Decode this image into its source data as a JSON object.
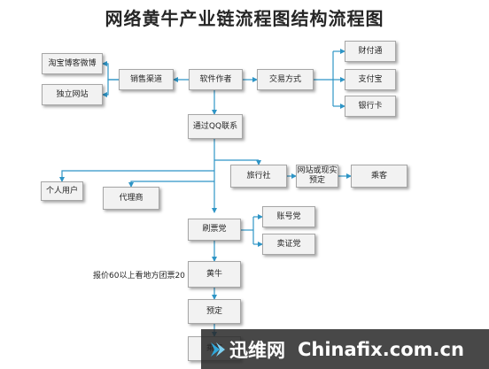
{
  "title": "网络黄牛产业链流程图结构流程图",
  "nodes": {
    "software_author": "软件作者",
    "sales_channel": "销售渠道",
    "taobao_weibo": "淘宝博客微博",
    "independent_site": "独立网站",
    "trade_method": "交易方式",
    "tenpay": "财付通",
    "alipay": "支付宝",
    "bank_card": "银行卡",
    "qq_contact": "通过QQ联系",
    "travel_agency": "旅行社",
    "online_offline_booking": "网站或现实\n预定",
    "passenger": "乘客",
    "individual_user": "个人用户",
    "agent": "代理商",
    "ticket_brushing_party": "刷票党",
    "account_party": "账号党",
    "certificate_seller": "卖证党",
    "scalper": "黄牛",
    "booking": "预定",
    "ticket_pickup": "乘客"
  },
  "annotation": "报价60以上看地方团票20",
  "watermark": {
    "brand": "迅维网",
    "site": "Chinafix.com.cn"
  },
  "colors": {
    "connector": "#2e95c6",
    "box_fill": "#f2f2f2",
    "box_border": "#a6a6a6",
    "watermark_logo": "#2fa8dc"
  }
}
